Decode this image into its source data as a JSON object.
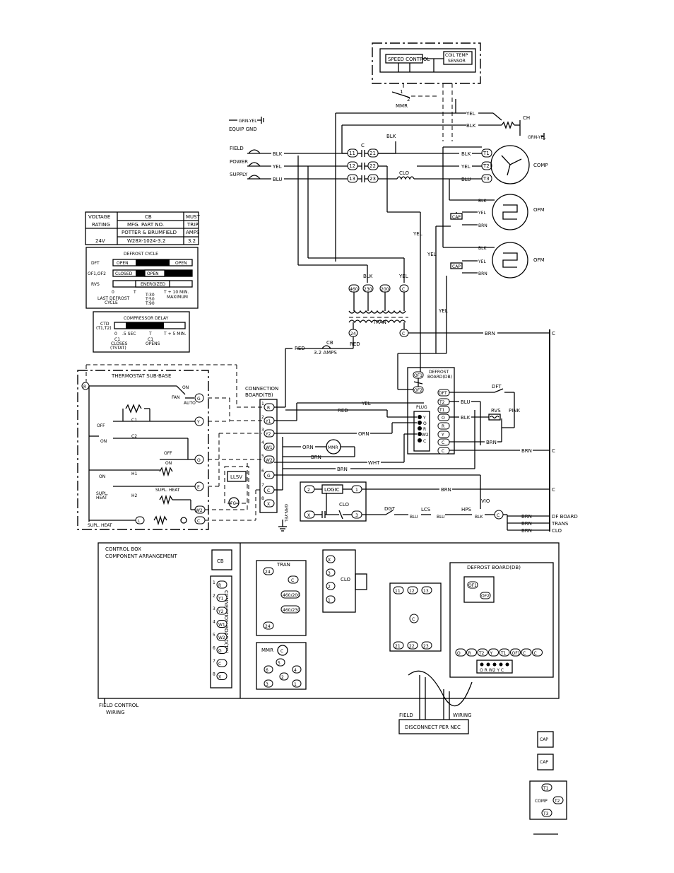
{
  "top": {
    "speed_control": "SPEED CONTROL",
    "coil_temp_sensor_1": "COIL TEMP",
    "coil_temp_sensor_2": "SENSOR",
    "mmr": "MMR",
    "num1": "1",
    "num2": "2"
  },
  "power": {
    "grn_yel": "GRN-YEL",
    "equip_gnd": "EQUIP GND",
    "field": "FIELD",
    "power": "POWER",
    "supply": "SUPPLY",
    "blk": "BLK",
    "yel": "YEL",
    "blu": "BLU",
    "c": "C",
    "clo": "CLO",
    "t11": "11",
    "t12": "12",
    "t13": "13",
    "t21": "21",
    "t22": "22",
    "t23": "23"
  },
  "ch": {
    "label": "CH",
    "yel": "YEL",
    "blk": "BLK",
    "grn_yel": "GRN-YEL"
  },
  "motors": {
    "comp": "COMP",
    "ofm1": "OFM",
    "ofm2": "OFM",
    "cap": "CAP",
    "t1": "T1",
    "t2": "T2",
    "t3": "T3",
    "blk": "BLK",
    "yel": "YEL",
    "blu": "BLU",
    "brn": "BRN"
  },
  "cb_table": {
    "h1": "VOLTAGE",
    "h2": "CB",
    "h3": "MUST",
    "r1c1": "RATING",
    "r1c2": "MFG. PART NO.",
    "r1c3": "TRIP",
    "r2c2": "POTTER & BRUMFIELD",
    "r2c3": "AMPS",
    "r3c1": "24V",
    "r3c2": "W28X-1024-3.2",
    "r3c3": "3.2"
  },
  "defrost": {
    "title": "DEFROST CYCLE",
    "dft": "DFT",
    "of": "OF1,OF2",
    "rvs": "RVS",
    "open": "OPEN",
    "closed": "CLOSED",
    "energized": "ENERGIZED",
    "zero": "0",
    "t": "T",
    "t30": "T:30",
    "t50": "T:50",
    "t90": "T:90",
    "t10": "T + 10 MIN.",
    "max": "MAXIMUM",
    "last1": "LAST DEFROST",
    "last2": "CYCLE"
  },
  "comp_delay": {
    "title": "COMPRESSOR DELAY",
    "ctd": "CTD",
    "ctd2": "(T1,T2)",
    "zero": "0",
    "half": ".5 SEC",
    "t": "T",
    "t5": "T + 5 MIN.",
    "c1": "C1",
    "closes": "CLOSES",
    "tstat": "(TSTAT)",
    "c1b": "C1",
    "opens": "OPENS"
  },
  "tran": {
    "blk": "BLK",
    "yel": "YEL",
    "v460": "460",
    "v230": "230",
    "v200": "200",
    "c": "C",
    "tran": "TRAN",
    "t24": "24",
    "red": "RED",
    "cb": "CB",
    "amps": "3.2 AMPS",
    "brn": "BRN",
    "yel2": "YEL"
  },
  "thermostat": {
    "title": "THERMOSTAT SUB-BASE",
    "r": "R",
    "on": "ON",
    "fan": "FAN",
    "auto": "AUTO",
    "g": "G",
    "off": "OFF",
    "c1": "C1",
    "c2": "C2",
    "y": "Y",
    "o": "O",
    "h1": "H1",
    "h2": "H2",
    "e": "E",
    "w2": "W2",
    "c": "C",
    "l": "L",
    "supl_heat": "SUPL. HEAT",
    "supl": "SUPL.",
    "heat": "HEAT"
  },
  "conn_board": {
    "title1": "CONNECTION",
    "title2": "BOARD(TB)",
    "r": "R",
    "y1": "Y1",
    "y2": "Y2",
    "w1": "W1",
    "w2": "W2",
    "g": "G",
    "c": "C",
    "x": "X",
    "n1": "1",
    "n2": "2",
    "n3": "3",
    "n4": "4",
    "n5": "5",
    "n6": "6",
    "n7": "7",
    "n8": "8",
    "llsv": "LLSV",
    "fc": "FC",
    "grn_yel": "GRN-YEL"
  },
  "mid_wires": {
    "red": "RED",
    "yel": "YEL",
    "orn": "ORN",
    "orn2": "ORN",
    "mmr": "MMR",
    "brn": "BRN",
    "wht": "WHT",
    "brn2": "BRN",
    "brn3": "BRN",
    "plug": "PLUG"
  },
  "db": {
    "title1": "DEFROST",
    "title2": "BOARD(DB)",
    "of1": "OF1",
    "of2": "OF2",
    "dft": "DFT",
    "t2": "T2",
    "t1": "T1",
    "o": "O",
    "r": "R",
    "y": "Y",
    "c": "C",
    "dft_label": "DFT",
    "pink": "PINK",
    "rvs": "RVS",
    "blu": "BLU",
    "blk": "BLK",
    "brn": "BRN",
    "brn2": "BRN"
  },
  "logic": {
    "two": "2",
    "logic": "LOGIC",
    "one": "1",
    "clo": "CLO",
    "x": "X",
    "three": "3",
    "brn": "BRN",
    "dgt": "DGT",
    "lcs": "LCS",
    "hps": "HPS",
    "vio": "VIO",
    "blu": "BLU",
    "blk": "BLK",
    "c": "C"
  },
  "bus": {
    "c1": "C",
    "c2": "C",
    "c3": "C",
    "brn": "BRN",
    "df_board": "DF BOARD",
    "trans": "TRANS",
    "clo": "CLO"
  },
  "control_box": {
    "title1": "CONTROL BOX",
    "title2": "COMPONENT ARRANGEMENT",
    "cb": "CB",
    "conn_board": "CONNECTION BOARD(TB)",
    "tb_terms": [
      "R",
      "Y1",
      "Y2",
      "W1",
      "W2",
      "G",
      "C",
      "X"
    ],
    "tran": "TRAN",
    "t24": "24",
    "c": "C",
    "v460200": "460/200",
    "v460230": "460/230",
    "t24b": "24",
    "mmr": "MMR",
    "mmr_terms": [
      "5",
      "6",
      "2",
      "4",
      "3",
      "1"
    ],
    "clo": "CLO",
    "clo_terms": [
      "X",
      "3",
      "2",
      "1"
    ],
    "contactor_top": [
      "11",
      "12",
      "13"
    ],
    "contactor_bot": [
      "21",
      "22",
      "23"
    ],
    "contactor_c": "C",
    "db_title": "DEFROST BOARD(DB)",
    "of1": "OF1",
    "of2": "OF2",
    "db_terms": [
      "O",
      "R",
      "T2",
      "Y",
      "T1",
      "OF1",
      "C",
      "C"
    ],
    "db_plug": "O R W2 Y C",
    "field_control1": "FIELD CONTROL",
    "field_control2": "WIRING",
    "field": "FIELD",
    "wiring": "WIRING",
    "disconnect": "DISCONNECT PER NEC",
    "cap1": "CAP",
    "cap2": "CAP",
    "comp": "COMP",
    "ct1": "T1",
    "ct2": "T2",
    "ct3": "T3"
  }
}
